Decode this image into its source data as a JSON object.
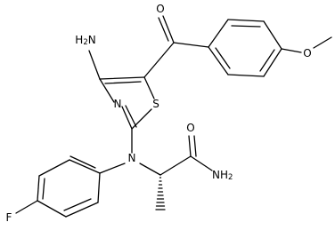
{
  "atoms": {
    "amino_top": "H2N",
    "carbonyl_o": "O",
    "ether_o": "O",
    "methyl": "",
    "thiazole_n": "N",
    "thiazole_s": "S",
    "amine_n": "N",
    "amide_o": "O",
    "amide_nh2": "NH2",
    "fluorine": "F"
  }
}
